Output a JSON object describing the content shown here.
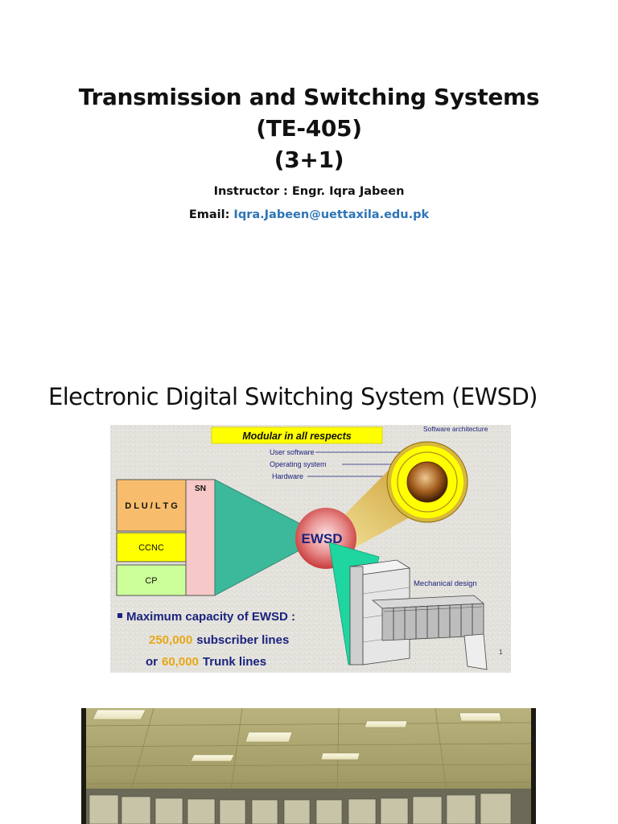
{
  "slide1": {
    "title_line1": "Transmission and Switching Systems",
    "title_line2": "(TE-405)",
    "title_line3": "(3+1)",
    "instructor": "Instructor : Engr. Iqra Jabeen",
    "email_label": "Email: ",
    "email_value": "Iqra.Jabeen@uettaxila.edu.pk"
  },
  "slide2": {
    "heading": "Electronic Digital Switching System (EWSD)"
  },
  "figure": {
    "banner": "Modular in all respects",
    "software_arch": "Software architecture",
    "user_software": "User software",
    "operating_system": "Operating system",
    "hardware": "Hardware",
    "dlu_ltg": "D L U / L T G",
    "sn": "SN",
    "ccnc": "CCNC",
    "cp": "CP",
    "ewsd": "EWSD",
    "mechanical": "Mechanical design",
    "capacity_title": "Maximum capacity of EWSD :",
    "subscriber_number": "250,000",
    "subscriber_text": "subscriber lines",
    "trunk_prefix": "or",
    "trunk_number": "60,000",
    "trunk_text": "Trunk lines",
    "page_number": "1",
    "colors": {
      "background": "#e4e2dc",
      "banner": "#ffff00",
      "dlu": "#f8bd6c",
      "sn": "#f6c8c8",
      "ccnc": "#ffff00",
      "cp": "#ccff99",
      "wedge": "#3cb89a",
      "text_blue": "#1a237e",
      "number_gold": "#e6a817"
    }
  }
}
